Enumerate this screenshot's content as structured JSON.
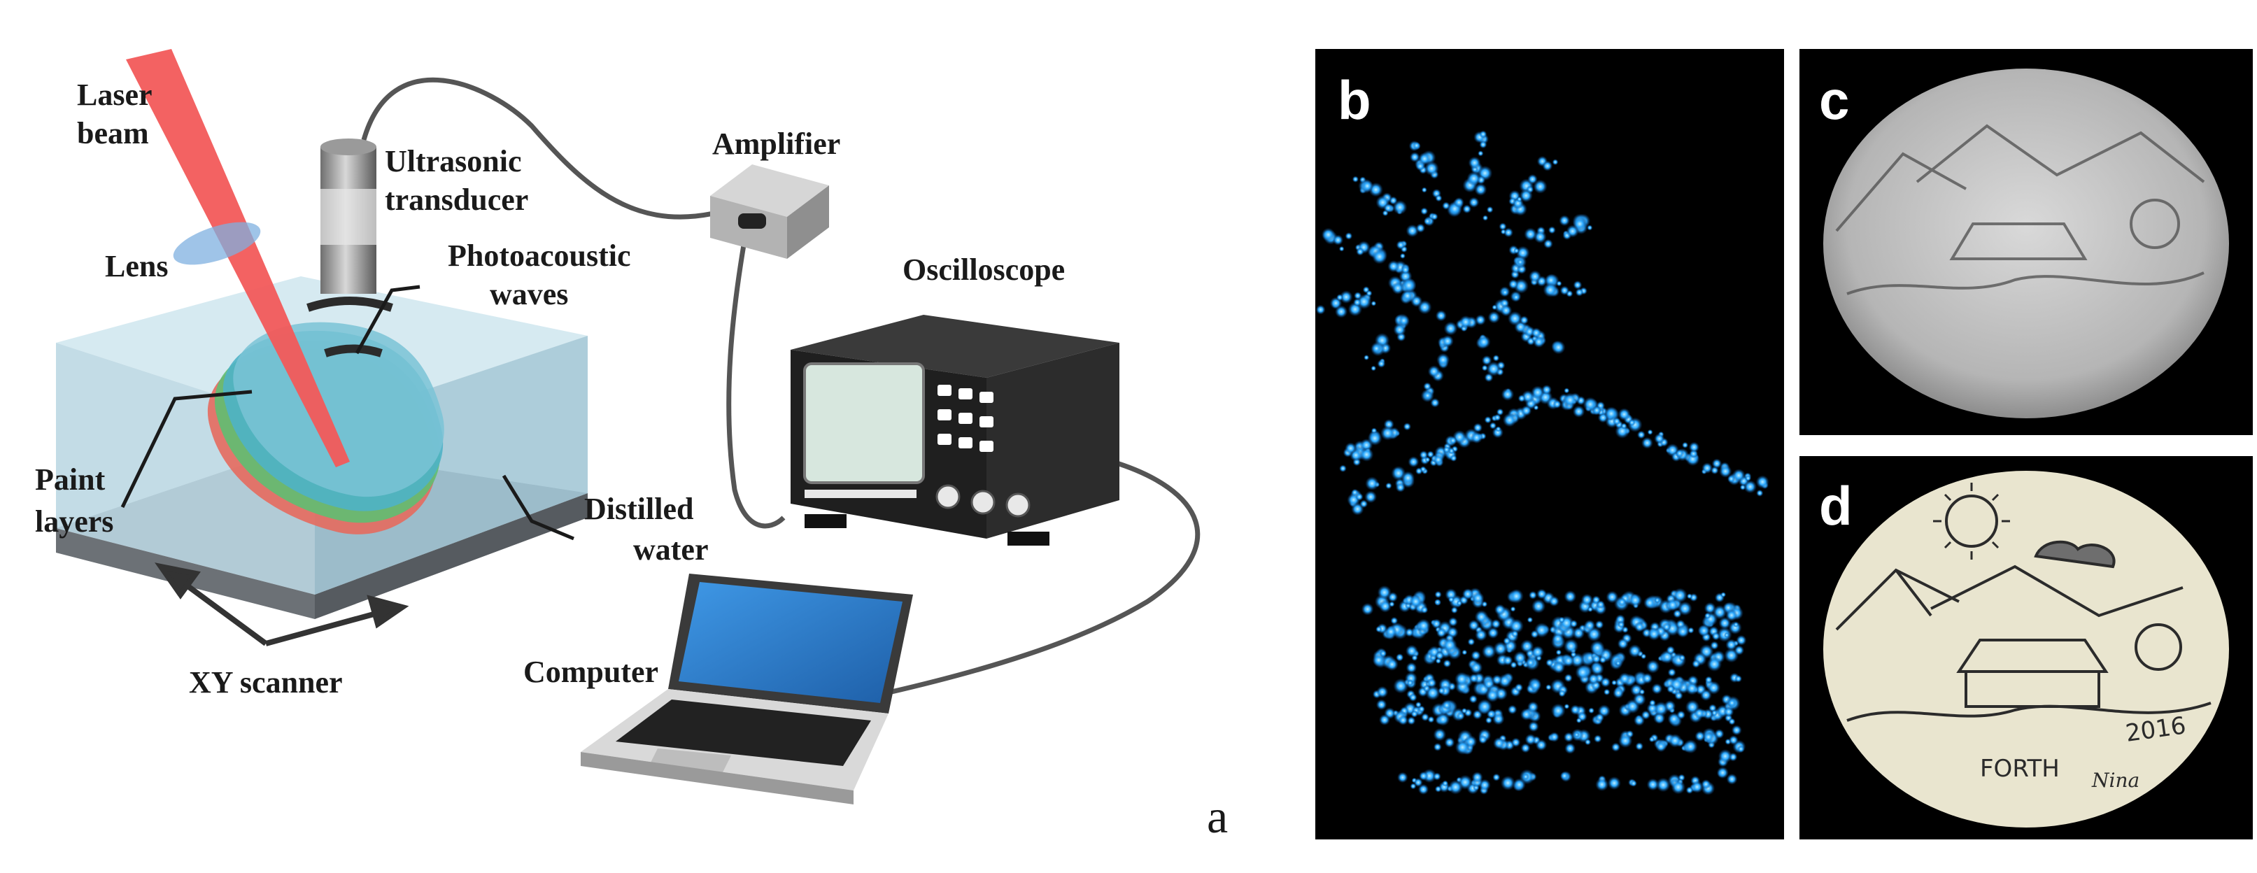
{
  "figure": {
    "panel_a": {
      "letter": "a",
      "labels": {
        "laser_line1": "Laser",
        "laser_line2": "beam",
        "lens": "Lens",
        "transducer_line1": "Ultrasonic",
        "transducer_line2": "transducer",
        "photo_line1": "Photoacoustic",
        "photo_line2": "waves",
        "amplifier": "Amplifier",
        "oscilloscope": "Oscilloscope",
        "paint_line1": "Paint",
        "paint_line2": "layers",
        "water_line1": "Distilled",
        "water_line2": "water",
        "scanner": "XY scanner",
        "computer": "Computer"
      }
    },
    "panel_b": {
      "letter": "b"
    },
    "panel_c": {
      "letter": "c"
    },
    "panel_d": {
      "letter": "d",
      "inscription_year": "2016",
      "inscription_text": "FORTH",
      "signature": "Nina"
    }
  },
  "colors": {
    "laser": "#f25a5a",
    "photoacoustic_dots": "#2aa8ff",
    "panel_background": "#000000",
    "water": "#cfe6ee",
    "laptop_screen": "#2f86d4"
  }
}
